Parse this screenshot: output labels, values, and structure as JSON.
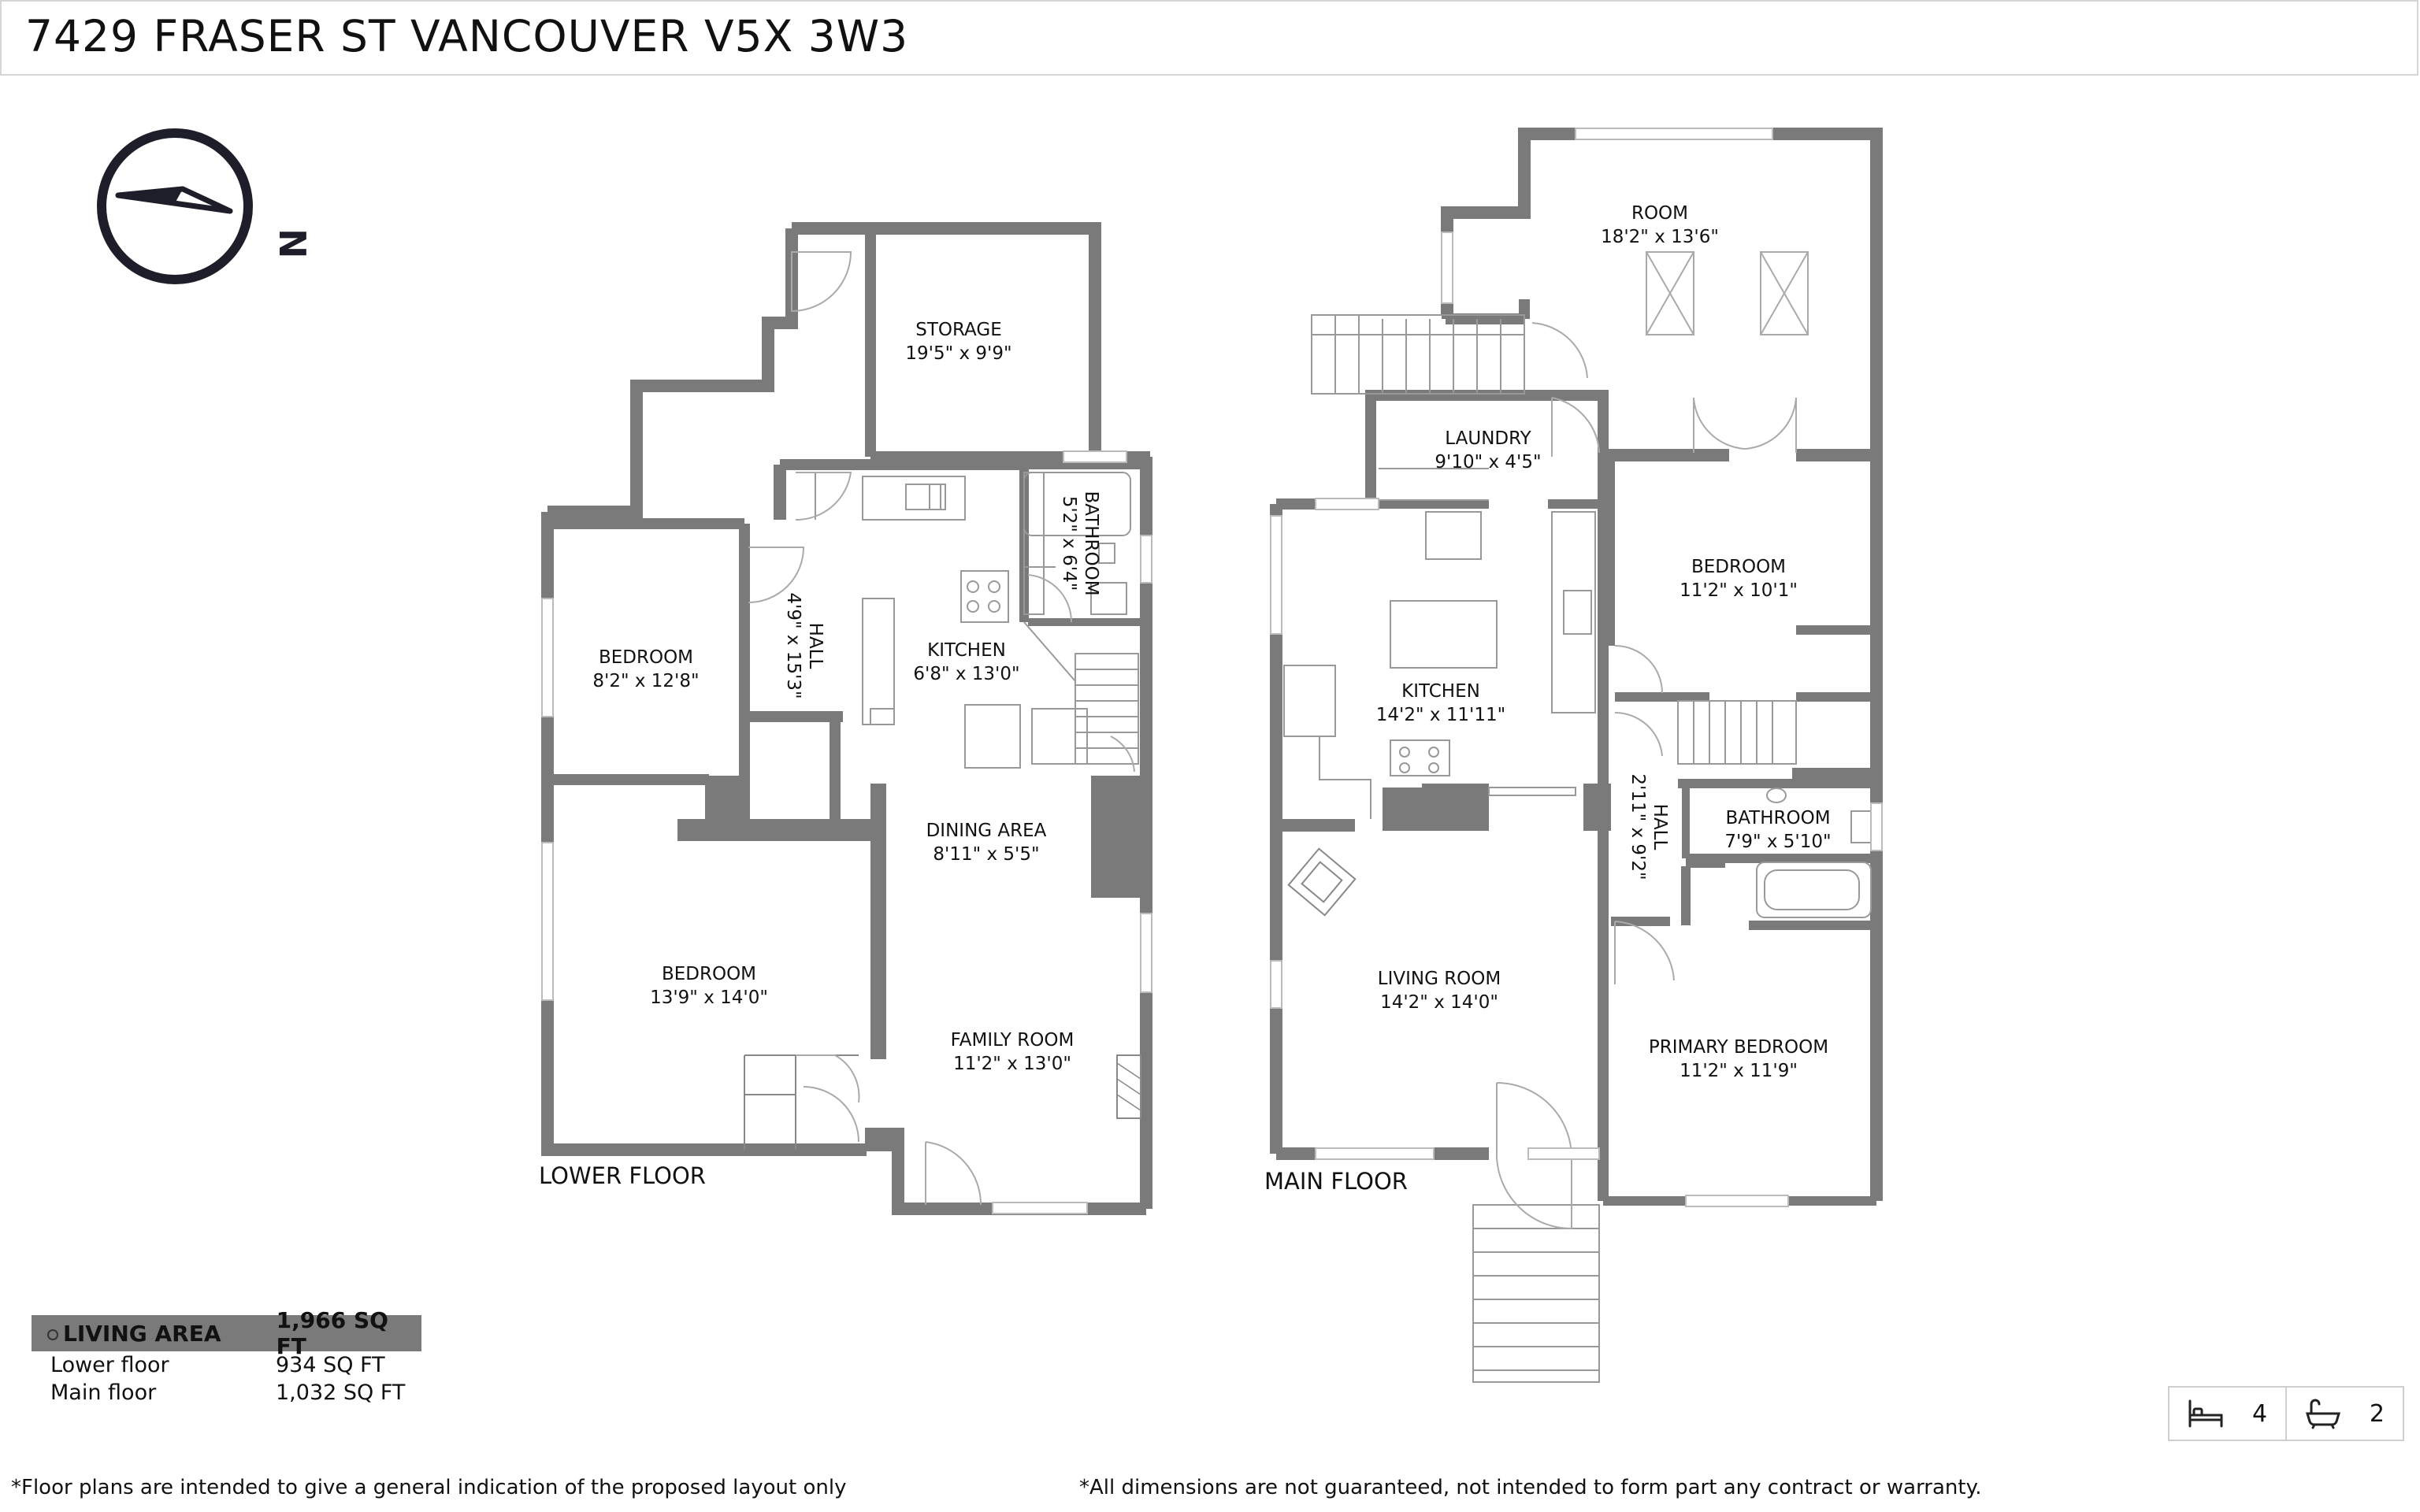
{
  "header": {
    "address": "7429 FRASER ST VANCOUVER V5X 3W3"
  },
  "compass": {
    "icon": "compass-icon",
    "label": "N"
  },
  "lower_floor": {
    "label": "LOWER FLOOR",
    "rooms": [
      {
        "name": "STORAGE",
        "dims": "19'5\" x 9'9\""
      },
      {
        "name": "BATHROOM",
        "dims": "5'2\" x 6'4\""
      },
      {
        "name": "BEDROOM",
        "dims": "8'2\" x 12'8\""
      },
      {
        "name": "HALL",
        "dims": "4'9\" x 15'3\""
      },
      {
        "name": "KITCHEN",
        "dims": "6'8\" x 13'0\""
      },
      {
        "name": "DINING AREA",
        "dims": "8'11\" x 5'5\""
      },
      {
        "name": "BEDROOM",
        "dims": "13'9\" x 14'0\""
      },
      {
        "name": "FAMILY ROOM",
        "dims": "11'2\" x 13'0\""
      }
    ]
  },
  "main_floor": {
    "label": "MAIN FLOOR",
    "rooms": [
      {
        "name": "ROOM",
        "dims": "18'2\" x 13'6\""
      },
      {
        "name": "LAUNDRY",
        "dims": "9'10\" x 4'5\""
      },
      {
        "name": "BEDROOM",
        "dims": "11'2\" x 10'1\""
      },
      {
        "name": "KITCHEN",
        "dims": "14'2\" x 11'11\""
      },
      {
        "name": "HALL",
        "dims": "2'11\" x 9'2\""
      },
      {
        "name": "BATHROOM",
        "dims": "7'9\" x 5'10\""
      },
      {
        "name": "LIVING ROOM",
        "dims": "14'2\" x 14'0\""
      },
      {
        "name": "PRIMARY BEDROOM",
        "dims": "11'2\" x 11'9\""
      }
    ]
  },
  "area_table": {
    "total_label": "LIVING AREA",
    "total_value": "1,966 SQ FT",
    "rows": [
      {
        "label": "Lower floor",
        "value": "934 SQ FT"
      },
      {
        "label": "Main floor",
        "value": "1,032 SQ FT"
      }
    ]
  },
  "counts": {
    "bed_icon": "bed-icon",
    "bedrooms": "4",
    "bath_icon": "bathtub-icon",
    "bathrooms": "2"
  },
  "footer": {
    "left": "*Floor plans are intended to give a general indication of the proposed layout only",
    "right": "*All dimensions are not guaranteed, not intended to form part any contract or warranty."
  }
}
